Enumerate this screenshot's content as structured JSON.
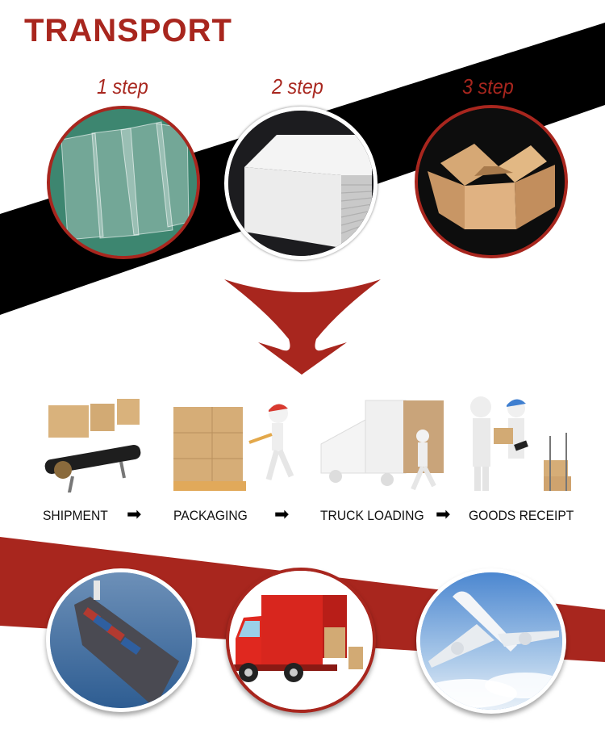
{
  "header": {
    "title": "TRANSPORT"
  },
  "packaging_steps": [
    {
      "label": "1 step",
      "image": "clear-plastic-bags"
    },
    {
      "label": "2 step",
      "image": "white-foam-sheets"
    },
    {
      "label": "3 step",
      "image": "cardboard-box"
    }
  ],
  "process": {
    "steps": [
      {
        "label": "SHIPMENT",
        "image": "conveyor-with-boxes"
      },
      {
        "label": "PACKAGING",
        "image": "pallet-jack-worker"
      },
      {
        "label": "TRUCK LOADING",
        "image": "truck-loading-worker"
      },
      {
        "label": "GOODS RECEIPT",
        "image": "handover-with-scanner"
      }
    ],
    "arrow_icon": "➡"
  },
  "transport_modes": [
    {
      "name": "sea-freight",
      "image": "container-ship"
    },
    {
      "name": "road-freight",
      "image": "red-delivery-truck"
    },
    {
      "name": "air-freight",
      "image": "airplane"
    }
  ],
  "colors": {
    "accent": "#a8261e",
    "band": "#000000",
    "white": "#ffffff"
  }
}
